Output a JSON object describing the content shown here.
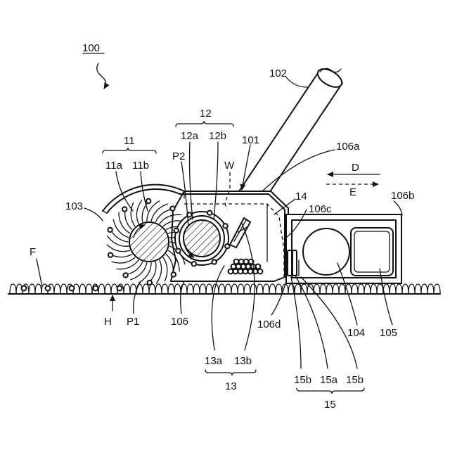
{
  "labels": {
    "device": "100",
    "handle": "102",
    "body": "101",
    "body_upper": "106a",
    "body_rear": "106b",
    "body_inner": "106c",
    "body_bottom": "106d",
    "cover": "103",
    "housing": "106",
    "brush_group": "11",
    "brush_a": "11a",
    "brush_b": "11b",
    "roller_group": "12",
    "roller_a": "12a",
    "roller_b": "12b",
    "blade_group": "13",
    "blade_a": "13a",
    "blade_b": "13b",
    "chamber": "14",
    "sensor_group": "15",
    "sensor_b_left": "15b",
    "sensor_a": "15a",
    "sensor_b_right": "15b",
    "motor": "104",
    "battery": "105",
    "point1": "P1",
    "point2": "P2",
    "waste": "W",
    "floor": "F",
    "height": "H",
    "direction_d": "D",
    "direction_e": "E"
  }
}
